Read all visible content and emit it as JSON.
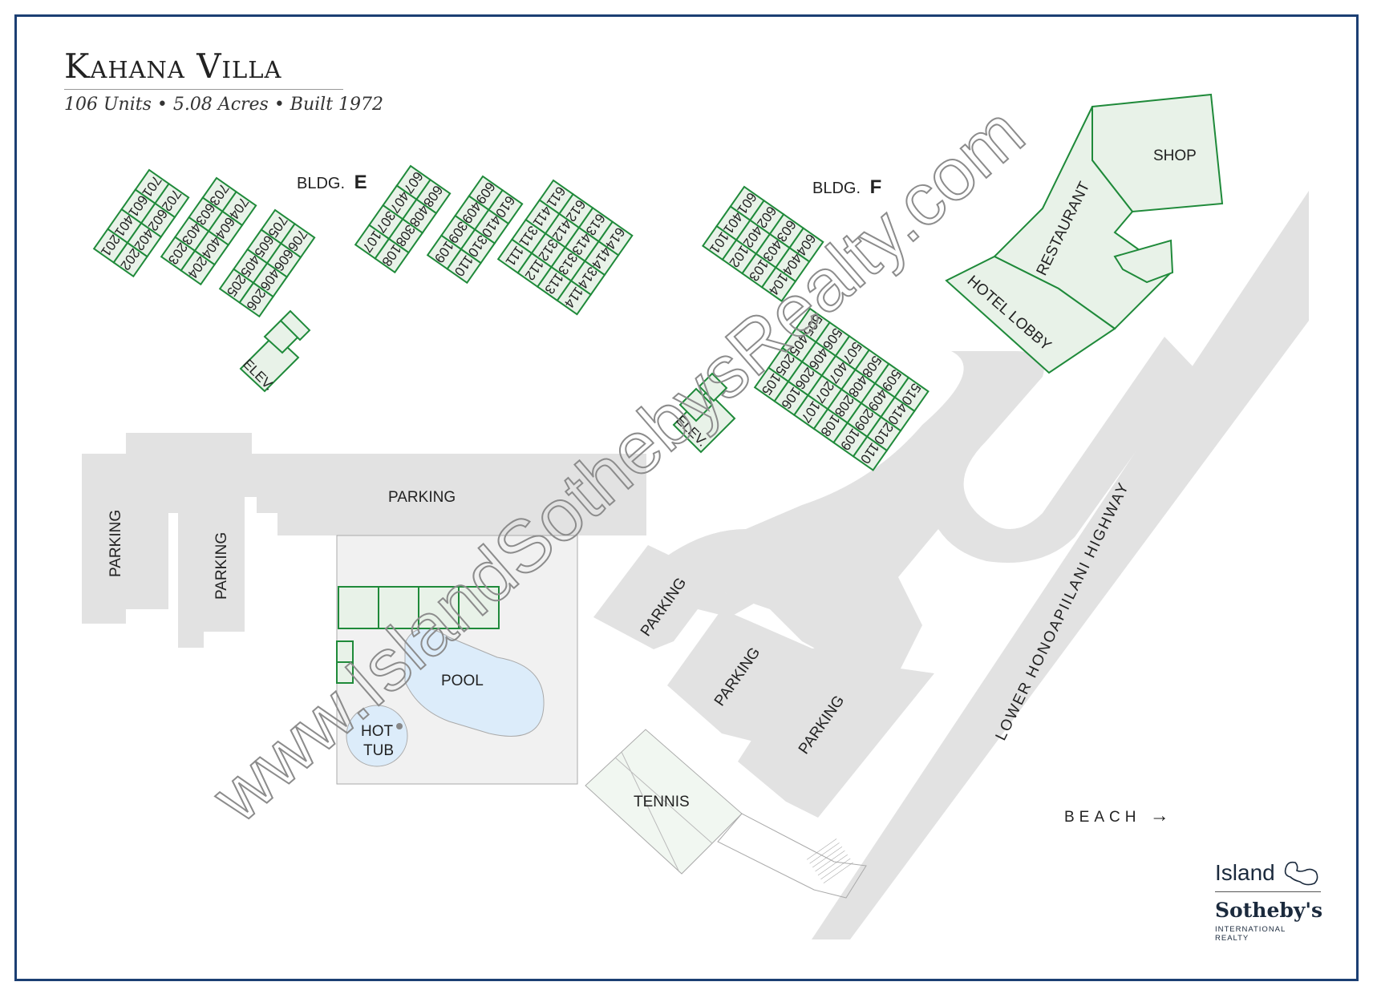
{
  "header": {
    "title": "Kahana Villa",
    "subtitle": "106 Units • 5.08 Acres • Built 1972"
  },
  "watermark": "www.IslandSothebysRealty.com",
  "colors": {
    "frame": "#1c3f73",
    "unit_fill": "#e8f2e8",
    "unit_stroke": "#1f8a3a",
    "paved": "#e2e2e2",
    "pool": "#dcecfa",
    "deck": "#f1f1f1",
    "tennis": "#f1f7f1",
    "commercial_fill": "#e8f2e8"
  },
  "buildings": {
    "e": {
      "prefix": "BLDG.",
      "letter": "E"
    },
    "f": {
      "prefix": "BLDG.",
      "letter": "F"
    }
  },
  "bldg_e_units": [
    [
      "701",
      "601",
      "401",
      "201"
    ],
    [
      "702",
      "602",
      "402",
      "202"
    ],
    [
      "703",
      "603",
      "403",
      "203"
    ],
    [
      "704",
      "604",
      "404",
      "204"
    ],
    [
      "705",
      "605",
      "405",
      "205"
    ],
    [
      "706",
      "606",
      "406",
      "206"
    ],
    [
      "607",
      "407",
      "307",
      "107"
    ],
    [
      "608",
      "408",
      "308",
      "108"
    ],
    [
      "609",
      "409",
      "309",
      "109"
    ],
    [
      "610",
      "410",
      "310",
      "110"
    ],
    [
      "611",
      "411",
      "311",
      "111"
    ],
    [
      "612",
      "412",
      "312",
      "112"
    ],
    [
      "613",
      "413",
      "313",
      "113"
    ],
    [
      "614",
      "414",
      "314",
      "114"
    ]
  ],
  "bldg_f_upper_units": [
    [
      "601",
      "401",
      "101"
    ],
    [
      "602",
      "402",
      "102"
    ],
    [
      "603",
      "403",
      "103"
    ],
    [
      "604",
      "404",
      "104"
    ]
  ],
  "bldg_f_lower_units": [
    [
      "505",
      "405",
      "205",
      "105"
    ],
    [
      "506",
      "406",
      "206",
      "106"
    ],
    [
      "507",
      "407",
      "207",
      "107"
    ],
    [
      "508",
      "408",
      "208",
      "108"
    ],
    [
      "509",
      "409",
      "209",
      "109"
    ],
    [
      "510",
      "410",
      "210",
      "110"
    ]
  ],
  "labels": {
    "elev_e": "ELEV.",
    "elev_f": "ELEV.",
    "parking": "PARKING",
    "pool": "POOL",
    "hot_tub_1": "HOT",
    "hot_tub_2": "TUB",
    "tennis": "TENNIS",
    "shop": "SHOP",
    "restaurant": "RESTAURANT",
    "hotel_lobby": "HOTEL LOBBY",
    "highway": "LOWER HONOAPIILANI HIGHWAY"
  },
  "beach": {
    "label": "BEACH",
    "arrow": "→"
  },
  "logo": {
    "island": "Island",
    "sothebys": "Sotheby's",
    "international": "INTERNATIONAL REALTY",
    "icon": "maui-island-icon"
  }
}
